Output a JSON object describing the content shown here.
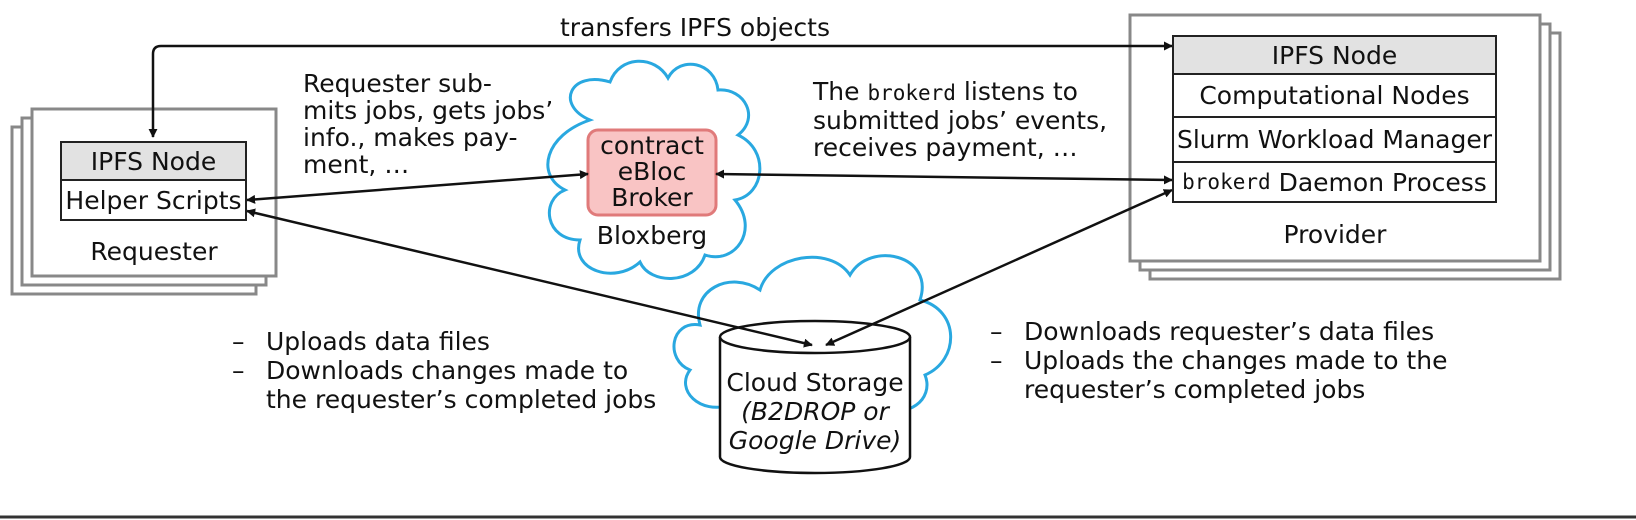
{
  "top_arrow": {
    "label": "transfers IPFS objects"
  },
  "requester": {
    "title": "Requester",
    "stack": [
      "IPFS Node",
      "Helper Scripts"
    ],
    "message_lines": [
      "Requester sub-",
      "mits jobs, gets jobs’",
      "info., makes pay-",
      "ment, …"
    ],
    "notes": [
      "Uploads data files",
      "Downloads changes made to",
      "the requester’s completed jobs"
    ]
  },
  "blockchain": {
    "contract_lines": [
      "contract",
      "eBloc",
      "Broker"
    ],
    "network": "Bloxberg"
  },
  "provider": {
    "title": "Provider",
    "stack": [
      "IPFS Node",
      "Computational Nodes",
      "Slurm Workload Manager"
    ],
    "daemon": {
      "code": "brokerd",
      "text": "Daemon Process"
    },
    "message": {
      "line1_prefix": "The",
      "line1_code": "brokerd",
      "line1_suffix": "listens to",
      "line2": "submitted jobs’ events,",
      "line3": "receives payment, …"
    },
    "notes": [
      "Downloads requester’s data files",
      "Uploads the changes made to the",
      "requester’s completed jobs"
    ]
  },
  "storage": {
    "title": "Cloud Storage",
    "subtitle_lines": [
      "(B2DROP or",
      "Google Drive)"
    ]
  },
  "colors": {
    "cloud": "#29a8e0",
    "contract_fill": "#f9c4c4",
    "contract_border": "#e07a7a",
    "cell_header": "#e2e2e2"
  }
}
